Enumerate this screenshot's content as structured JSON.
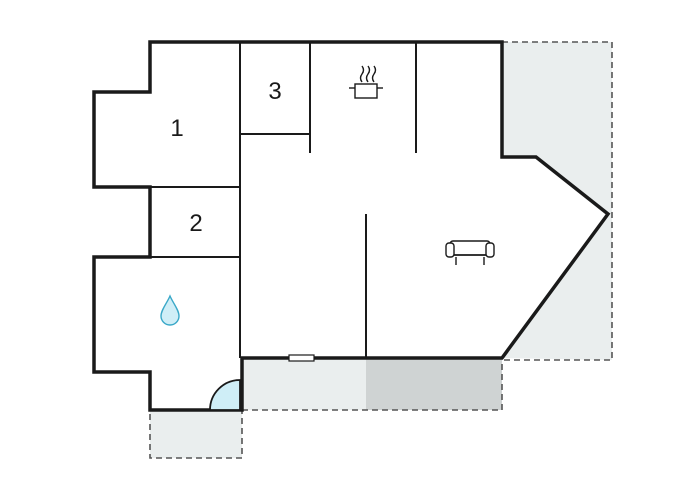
{
  "floor_plan": {
    "rooms": [
      {
        "label": "1"
      },
      {
        "label": "2"
      },
      {
        "label": "3"
      }
    ],
    "icons": {
      "kitchen": "cooking-pot-icon",
      "living": "sofa-icon",
      "bathroom": "water-drop-icon",
      "door": "door-swing-icon"
    },
    "colors": {
      "wall": "#1a1a1a",
      "outdoor_fill": "#eaeeee",
      "terrace_dark": "#cfd3d3",
      "water_fill": "#cfeef7",
      "water_stroke": "#3aa8c8",
      "dashed_outline": "#555555"
    }
  }
}
